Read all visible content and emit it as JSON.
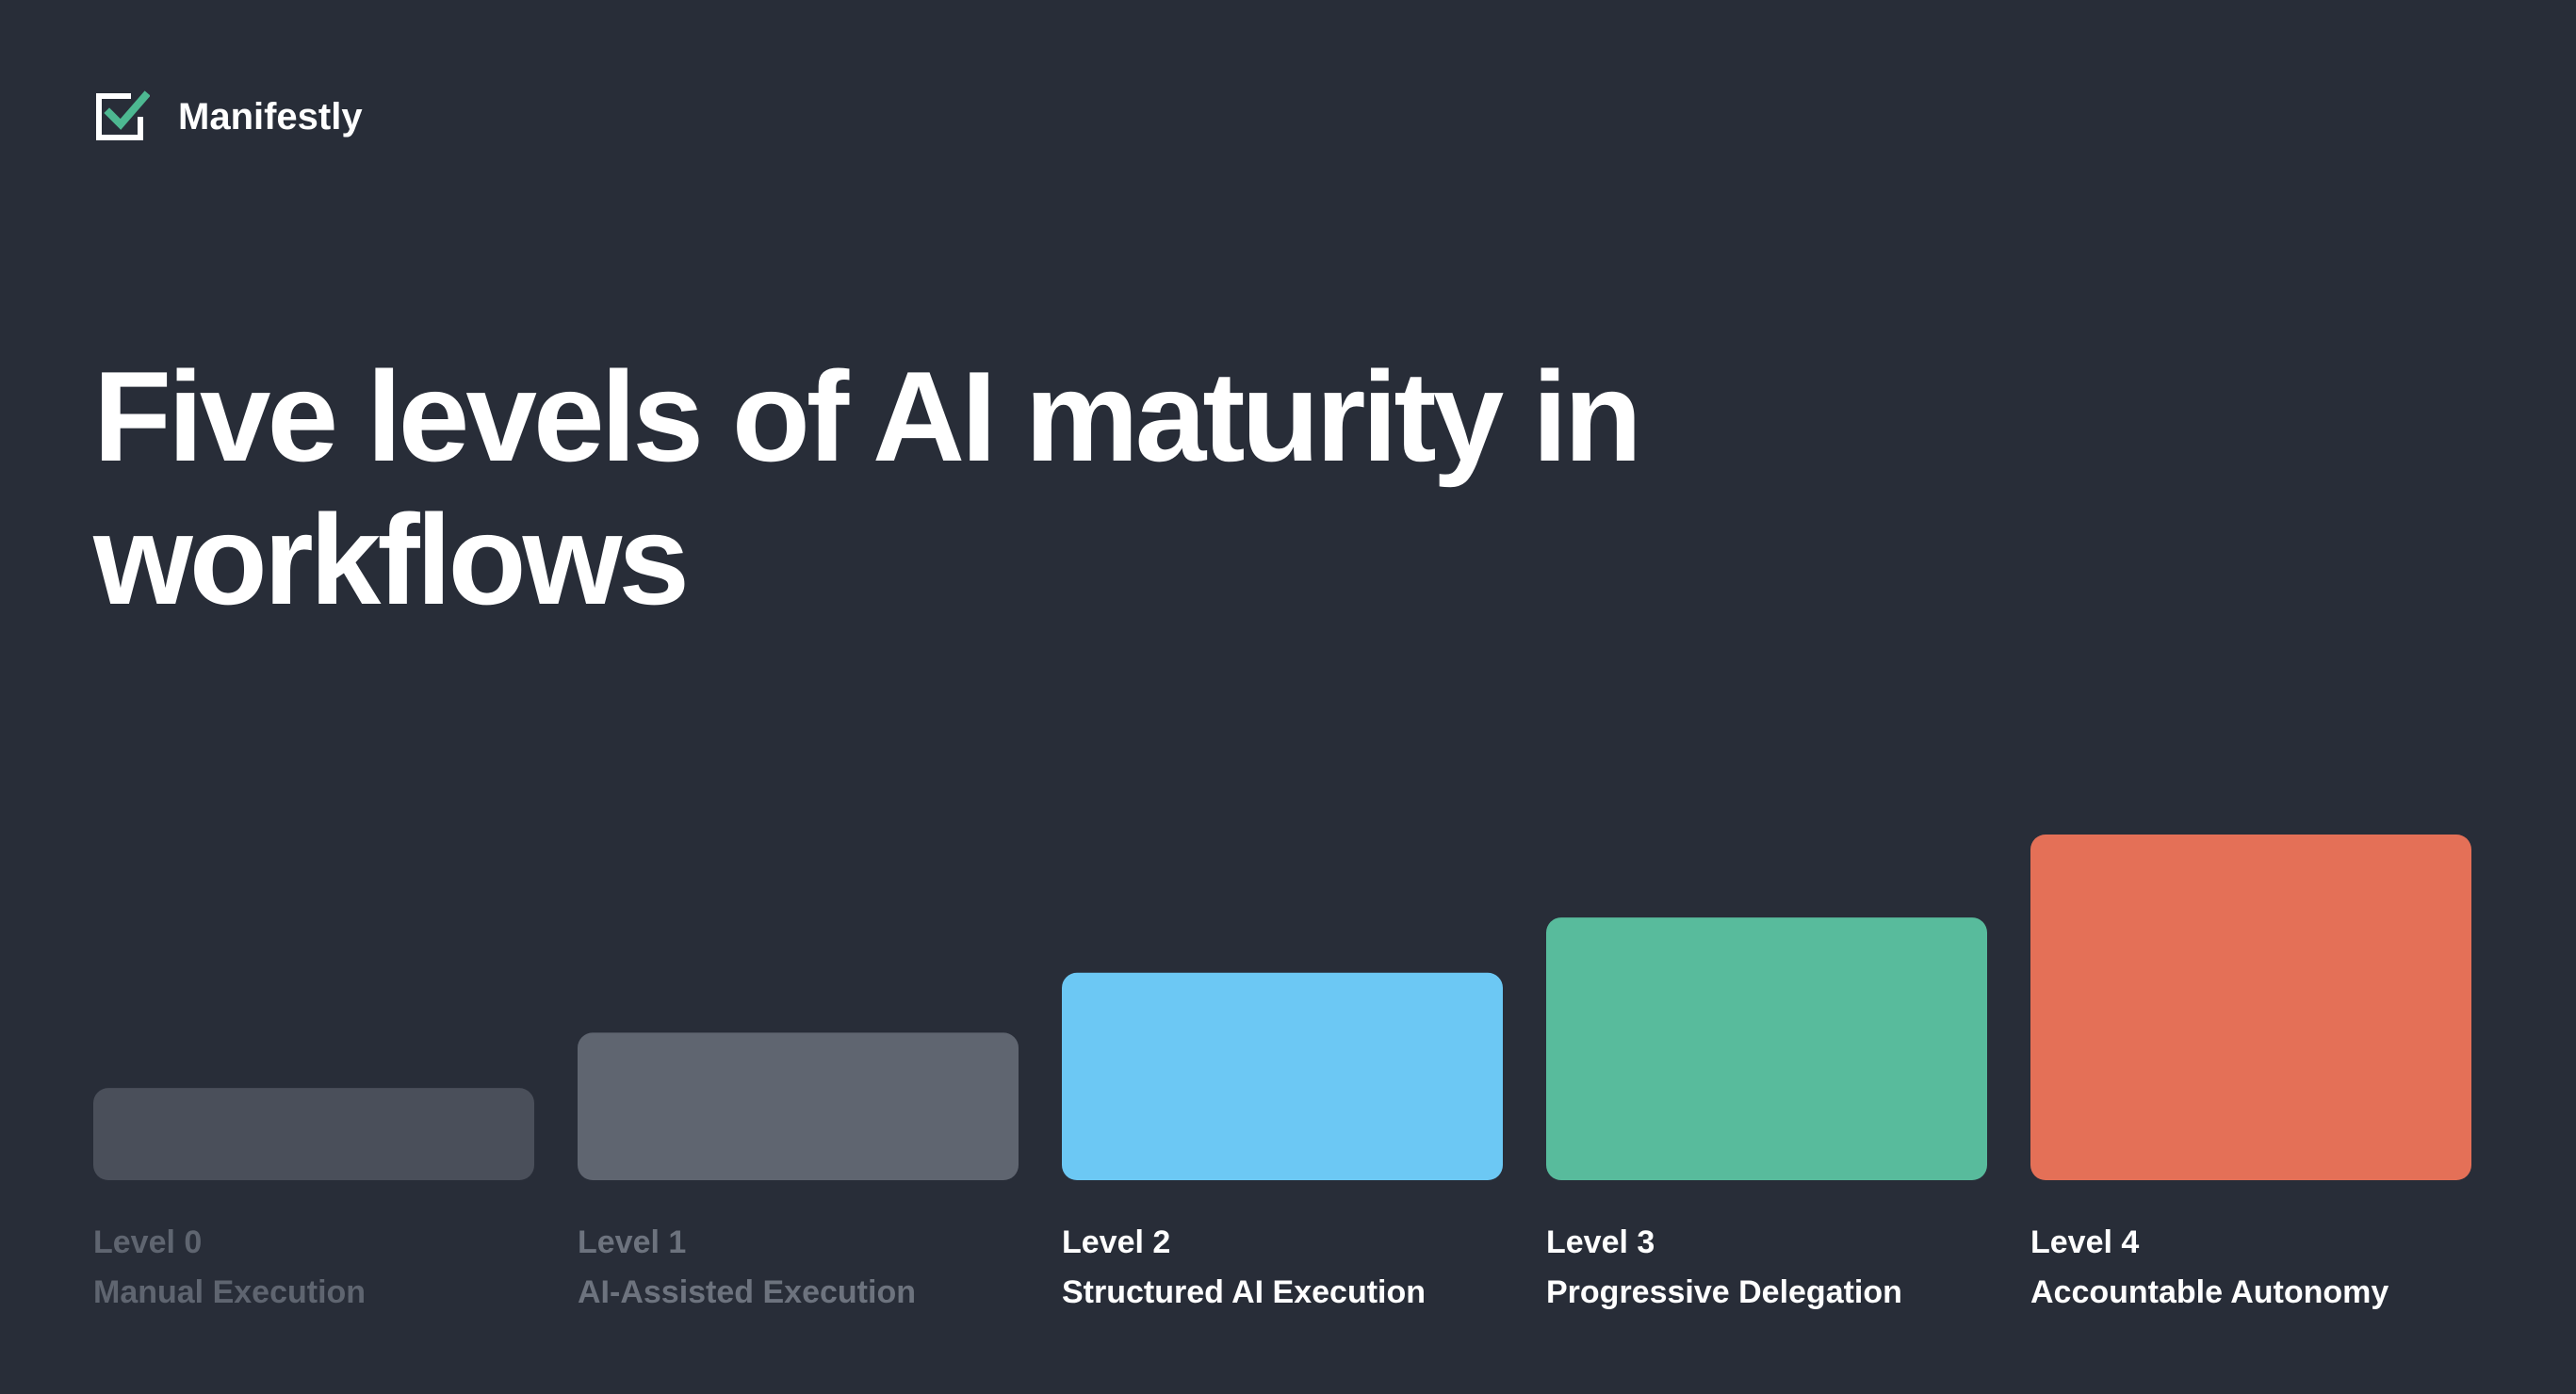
{
  "brand": {
    "name": "Manifestly",
    "icon": "checkbox-check-icon",
    "icon_accent": "#4db891"
  },
  "page": {
    "title": "Five levels of AI maturity in workflows"
  },
  "chart_data": {
    "type": "bar",
    "categories": [
      "Level 0",
      "Level 1",
      "Level 2",
      "Level 3",
      "Level 4"
    ],
    "subtitles": [
      "Manual Execution",
      "AI-Assisted Execution",
      "Structured AI Execution",
      "Progressive Delegation",
      "Accountable Autonomy"
    ],
    "values": [
      1,
      1.6,
      2.25,
      2.85,
      3.75
    ],
    "colors": [
      "#4a4f5a",
      "#5f6570",
      "#6cc8f4",
      "#58bb9c",
      "#e47057"
    ],
    "label_colors": [
      "#5f6570",
      "#6d737e",
      "#ffffff",
      "#ffffff",
      "#ffffff"
    ],
    "title": "",
    "xlabel": "",
    "ylabel": "",
    "ylim": [
      0,
      3.75
    ],
    "grid": false,
    "legend": "none"
  }
}
